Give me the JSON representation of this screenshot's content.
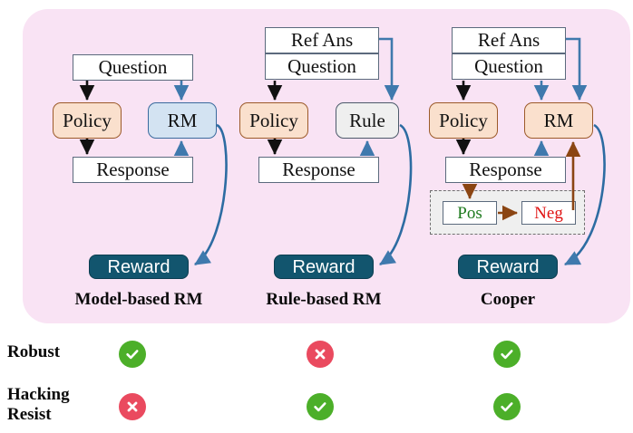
{
  "figure": {
    "panel_bg": "#f9e3f4",
    "columns": [
      {
        "id": "model-based",
        "label": "Model-based RM",
        "nodes": {
          "question": "Question",
          "policy": "Policy",
          "judge": "RM",
          "response": "Response",
          "reward": "Reward"
        }
      },
      {
        "id": "rule-based",
        "label": "Rule-based RM",
        "nodes": {
          "ref_ans": "Ref Ans",
          "question": "Question",
          "policy": "Policy",
          "judge": "Rule",
          "response": "Response",
          "reward": "Reward"
        }
      },
      {
        "id": "cooper",
        "label": "Cooper",
        "nodes": {
          "ref_ans": "Ref Ans",
          "question": "Question",
          "policy": "Policy",
          "judge": "RM",
          "response": "Response",
          "pos": "Pos",
          "neg": "Neg",
          "reward": "Reward"
        }
      }
    ]
  },
  "comparison": {
    "rows": [
      {
        "label": "Robust",
        "label_lines": [
          "Robust"
        ],
        "values": [
          "check",
          "cross",
          "check"
        ]
      },
      {
        "label": "Hacking Resist",
        "label_lines": [
          "Hacking",
          "Resist"
        ],
        "values": [
          "cross",
          "check",
          "check"
        ]
      }
    ],
    "icons": {
      "check": "check-circle-icon",
      "cross": "cross-circle-icon"
    },
    "colors": {
      "check": "#4caf29",
      "cross": "#ea4a5f"
    }
  },
  "palette": {
    "panel": "#f9e3f4",
    "policy_fill": "#fae0cd",
    "policy_stroke": "#9c5a2a",
    "rm_blue_fill": "#d3e3f2",
    "rm_blue_stroke": "#3a6b9e",
    "rule_fill": "#efefef",
    "reward_fill": "#12556e",
    "arrow_black": "#111111",
    "arrow_blue": "#3f79ad",
    "arrow_brown": "#8b4513",
    "pos_text": "#1e7a1e",
    "neg_text": "#e01414"
  }
}
